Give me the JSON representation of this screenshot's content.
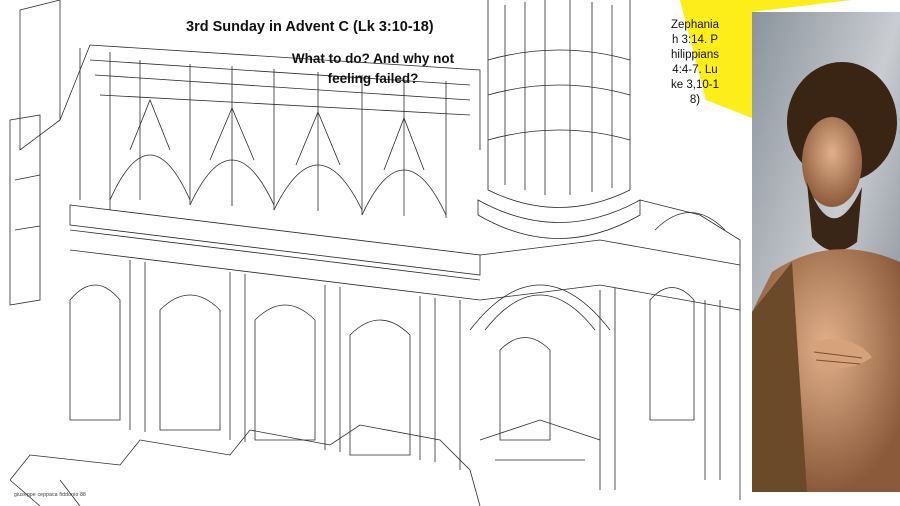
{
  "slide": {
    "title": "3rd Sunday in Advent C (Lk 3:10-18)",
    "subtitle": "What to do? And why not feeling failed?",
    "readings": "Zephaniah 3:14. Philippians 4:4-7. Luke 3,10-18)",
    "drawing_credit": "giuseppe ceppaca fiddonio 88"
  },
  "colors": {
    "background": "#ffffff",
    "accent_yellow": "#fdee1a",
    "line_ink": "#2b2b2b"
  },
  "icons": {
    "drawing": "basilica-section-drawing",
    "painting": "saint-portrait-painting"
  }
}
